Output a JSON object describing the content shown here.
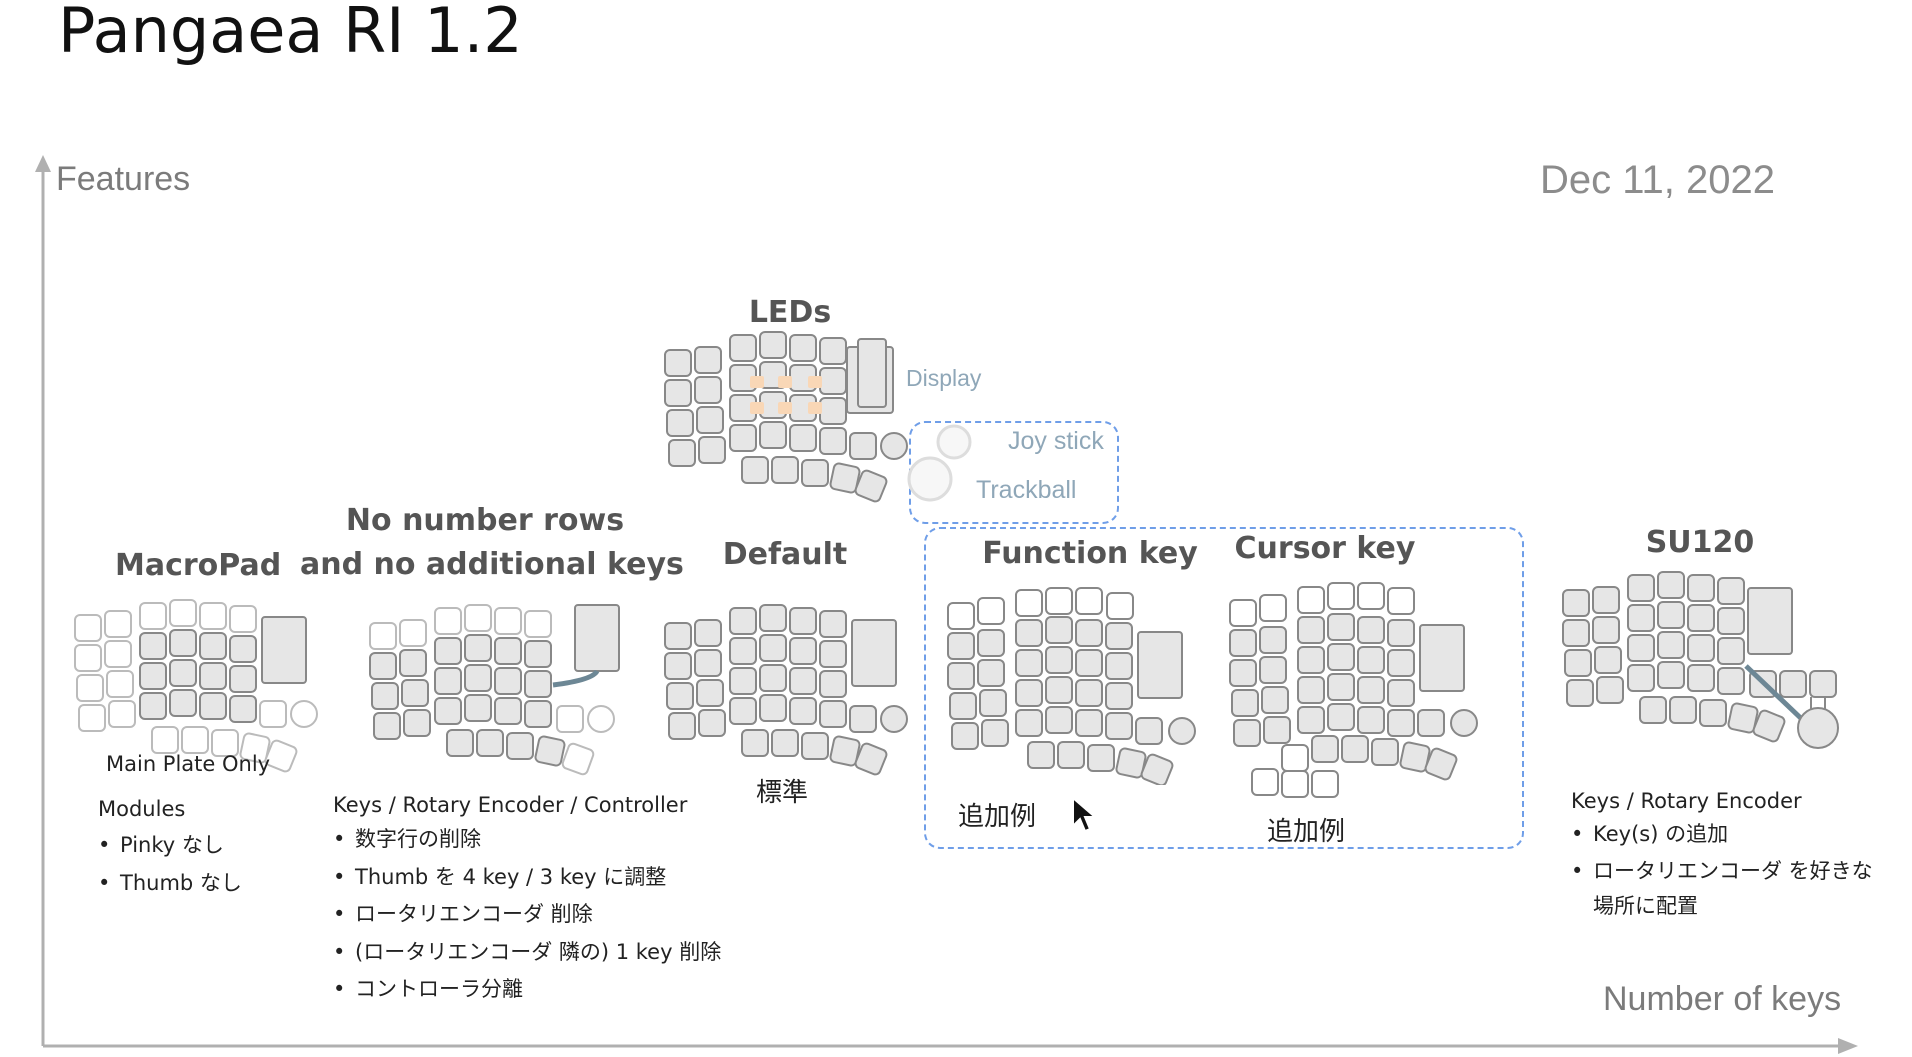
{
  "title": "Pangaea RI 1.2",
  "axes": {
    "y_label": "Features",
    "x_label": "Number of keys"
  },
  "date": "Dec 11, 2022",
  "colors": {
    "key_fill": "#e6e6e6",
    "key_stroke": "#8a8a8a",
    "ghost_key_stroke": "#b5b5b5",
    "led": "#f9d7b6",
    "accent_dash": "#6f9ee8",
    "wire": "#6d8795",
    "annotation": "#8fa7b8"
  },
  "variants": {
    "macropad": {
      "title": "MacroPad",
      "caption": "Main Plate Only",
      "modules_header": "Modules",
      "bullets": [
        "Pinky なし",
        "Thumb なし"
      ]
    },
    "no_number": {
      "title_line1": "No number rows",
      "title_line2": "and no additional keys",
      "header": "Keys / Rotary Encoder / Controller",
      "bullets": [
        "数字行の削除",
        "Thumb を 4 key / 3 key に調整",
        "ロータリエンコーダ 削除",
        "(ロータリエンコーダ 隣の) 1 key 削除",
        "コントローラ分離"
      ]
    },
    "default": {
      "title": "Default",
      "caption": "標準"
    },
    "leds": {
      "title": "LEDs",
      "display_label": "Display",
      "joystick_label": "Joy stick",
      "trackball_label": "Trackball"
    },
    "function_key": {
      "title": "Function key",
      "caption": "追加例"
    },
    "cursor_key": {
      "title": "Cursor key",
      "caption": "追加例"
    },
    "su120": {
      "title": "SU120",
      "header": "Keys / Rotary Encoder",
      "bullet1": "Key(s) の追加",
      "bullet2_line1": "ロータリエンコーダ を好きな",
      "bullet2_line2": "場所に配置"
    }
  }
}
